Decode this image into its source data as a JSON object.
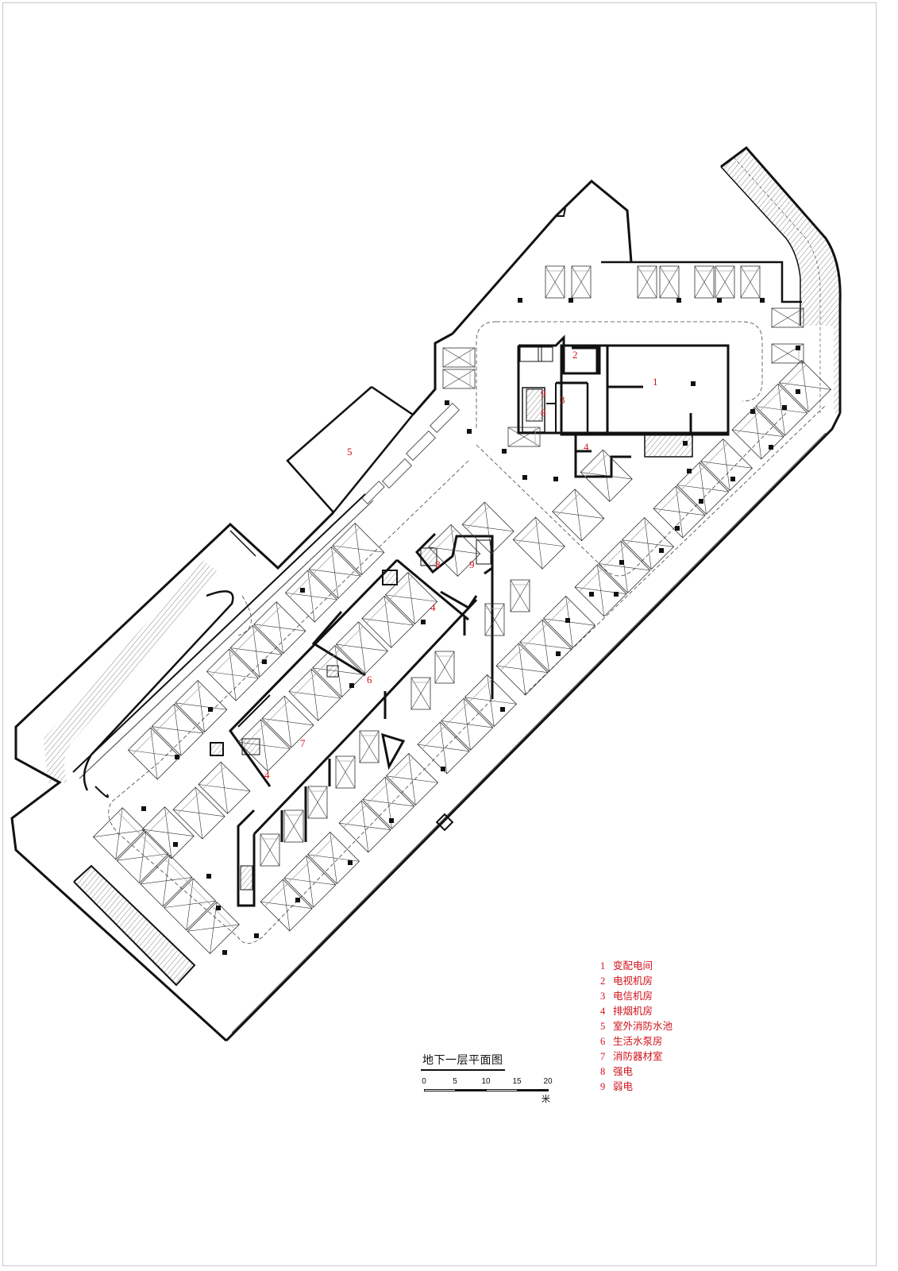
{
  "drawing": {
    "title": "地下一层平面图",
    "type": "basement floor plan",
    "accent_color": "#d0121b",
    "line_color": "#111111"
  },
  "scale_bar": {
    "ticks": [
      "0",
      "5",
      "10",
      "15",
      "20"
    ],
    "unit": "米"
  },
  "legend": {
    "items": [
      {
        "num": "1",
        "label": "变配电间"
      },
      {
        "num": "2",
        "label": "电视机房"
      },
      {
        "num": "3",
        "label": "电信机房"
      },
      {
        "num": "4",
        "label": "排烟机房"
      },
      {
        "num": "5",
        "label": "室外消防水池"
      },
      {
        "num": "6",
        "label": "生活水泵房"
      },
      {
        "num": "7",
        "label": "消防器材室"
      },
      {
        "num": "8",
        "label": "强电"
      },
      {
        "num": "9",
        "label": "弱电"
      }
    ]
  },
  "room_labels": [
    {
      "id": "r1",
      "text": "1"
    },
    {
      "id": "r2",
      "text": "2"
    },
    {
      "id": "r3",
      "text": "3"
    },
    {
      "id": "r4a",
      "text": "4"
    },
    {
      "id": "r5",
      "text": "5"
    },
    {
      "id": "r9a",
      "text": "9"
    },
    {
      "id": "r8a",
      "text": "8"
    },
    {
      "id": "r8b",
      "text": "8"
    },
    {
      "id": "r9b",
      "text": "9"
    },
    {
      "id": "r4b",
      "text": "4"
    },
    {
      "id": "r6",
      "text": "6"
    },
    {
      "id": "r7",
      "text": "7"
    },
    {
      "id": "r4c",
      "text": "4"
    }
  ]
}
